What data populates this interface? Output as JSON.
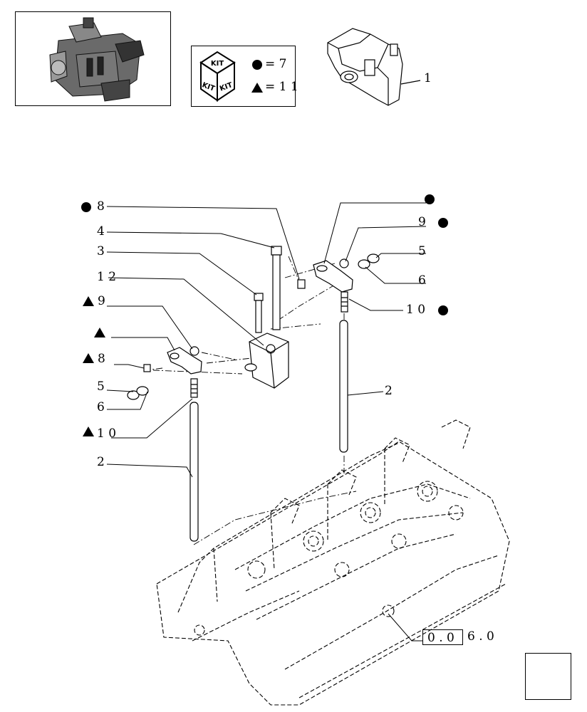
{
  "legend": {
    "kit_top": "KIT",
    "kit_left": "KIT",
    "kit_right": "KIT",
    "circle_count": "= 7",
    "triangle_count": "= 1 1"
  },
  "labels": {
    "l1": "1",
    "l8c": "8",
    "l4": "4",
    "l3": "3",
    "l12": "1 2",
    "l9t": "9",
    "l8t": "8",
    "l5a": "5",
    "l6a": "6",
    "l10t": "1 0",
    "l2a": "2",
    "l9c": "9",
    "l5b": "5",
    "l6b": "6",
    "l10c": "1 0",
    "l2b": "2"
  },
  "reference": {
    "boxed": "0 . 0",
    "rest": "6 . 0"
  },
  "icons": [
    "engine-thumbnail",
    "rocker-support-assembly",
    "kit-cube",
    "filled-circle-marker",
    "filled-triangle-marker",
    "previous-page-arrow"
  ]
}
